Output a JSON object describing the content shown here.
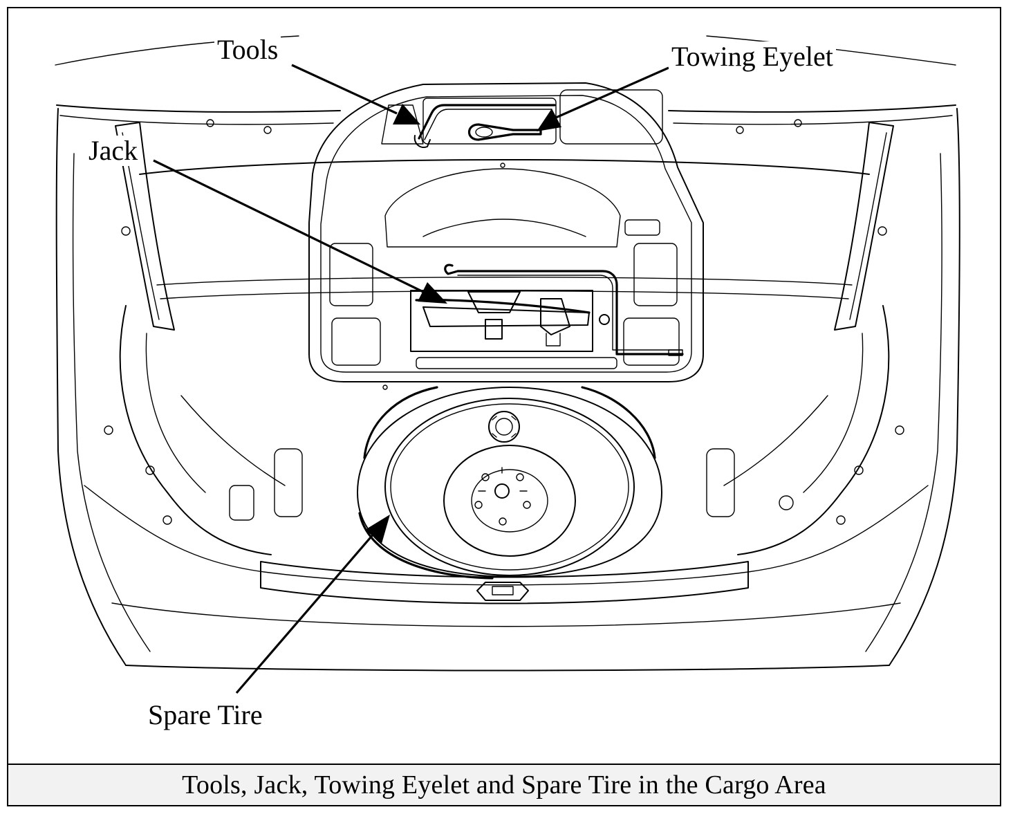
{
  "callouts": {
    "tools": "Tools",
    "towing_eyelet": "Towing Eyelet",
    "jack": "Jack",
    "spare_tire": "Spare Tire"
  },
  "caption": "Tools, Jack, Towing Eyelet and Spare Tire in the Cargo Area"
}
